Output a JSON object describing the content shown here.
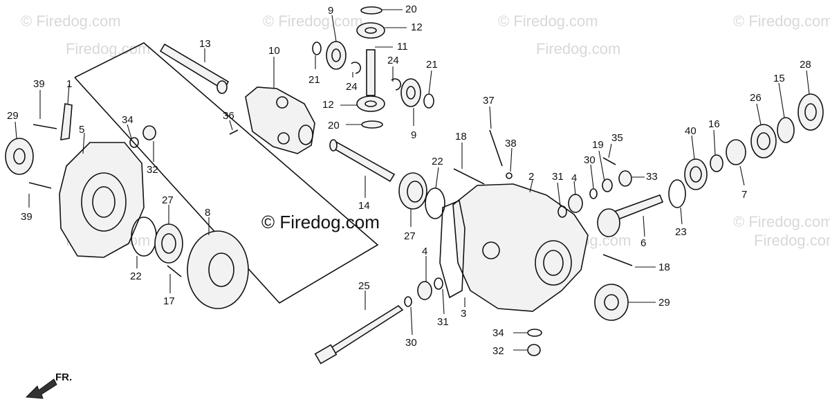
{
  "watermarks": [
    "© Firedog.com",
    "© Firedog.com",
    "© Firedog.com",
    "© Firedog.com",
    "Firedog.com",
    "Firedog.com",
    "Firedog.com",
    "Firedog.com",
    "© Firedog.com",
    "Firedog.com"
  ],
  "brand_label": "© Firedog.com",
  "direction_label": "FR.",
  "callouts": [
    {
      "id": "c13",
      "text": "13"
    },
    {
      "id": "c10",
      "text": "10"
    },
    {
      "id": "c9a",
      "text": "9"
    },
    {
      "id": "c20a",
      "text": "20"
    },
    {
      "id": "c12a",
      "text": "12"
    },
    {
      "id": "c11",
      "text": "11"
    },
    {
      "id": "c24a",
      "text": "24"
    },
    {
      "id": "c21a",
      "text": "21"
    },
    {
      "id": "c24b",
      "text": "24"
    },
    {
      "id": "c21b",
      "text": "21"
    },
    {
      "id": "c12b",
      "text": "12"
    },
    {
      "id": "c20b",
      "text": "20"
    },
    {
      "id": "c9b",
      "text": "9"
    },
    {
      "id": "c28",
      "text": "28"
    },
    {
      "id": "c15",
      "text": "15"
    },
    {
      "id": "c26",
      "text": "26"
    },
    {
      "id": "c40",
      "text": "40"
    },
    {
      "id": "c16",
      "text": "16"
    },
    {
      "id": "c37",
      "text": "37"
    },
    {
      "id": "c18a",
      "text": "18"
    },
    {
      "id": "c38",
      "text": "38"
    },
    {
      "id": "c19",
      "text": "19"
    },
    {
      "id": "c35",
      "text": "35"
    },
    {
      "id": "c30a",
      "text": "30"
    },
    {
      "id": "c33",
      "text": "33"
    },
    {
      "id": "c7",
      "text": "7"
    },
    {
      "id": "c22a",
      "text": "22"
    },
    {
      "id": "c2",
      "text": "2"
    },
    {
      "id": "c31a",
      "text": "31"
    },
    {
      "id": "c4a",
      "text": "4"
    },
    {
      "id": "c14",
      "text": "14"
    },
    {
      "id": "c23",
      "text": "23"
    },
    {
      "id": "c6",
      "text": "6"
    },
    {
      "id": "c27a",
      "text": "27"
    },
    {
      "id": "c39a",
      "text": "39"
    },
    {
      "id": "c1",
      "text": "1"
    },
    {
      "id": "c29a",
      "text": "29"
    },
    {
      "id": "c5",
      "text": "5"
    },
    {
      "id": "c34a",
      "text": "34"
    },
    {
      "id": "c36",
      "text": "36"
    },
    {
      "id": "c32a",
      "text": "32"
    },
    {
      "id": "c27b",
      "text": "27"
    },
    {
      "id": "c8",
      "text": "8"
    },
    {
      "id": "c39b",
      "text": "39"
    },
    {
      "id": "c22b",
      "text": "22"
    },
    {
      "id": "c17",
      "text": "17"
    },
    {
      "id": "c18b",
      "text": "18"
    },
    {
      "id": "c4b",
      "text": "4"
    },
    {
      "id": "c25",
      "text": "25"
    },
    {
      "id": "c29b",
      "text": "29"
    },
    {
      "id": "c3",
      "text": "3"
    },
    {
      "id": "c31b",
      "text": "31"
    },
    {
      "id": "c30b",
      "text": "30"
    },
    {
      "id": "c34b",
      "text": "34"
    },
    {
      "id": "c32b",
      "text": "32"
    }
  ]
}
